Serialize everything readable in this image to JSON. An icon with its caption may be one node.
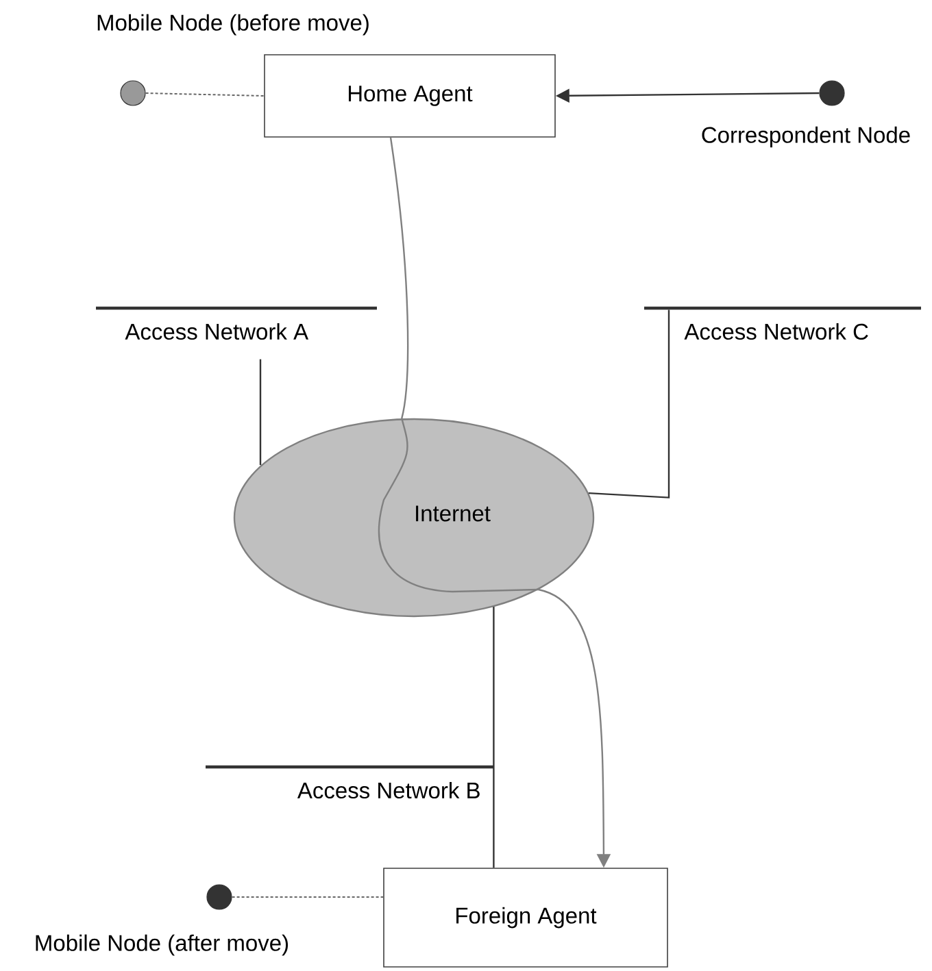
{
  "diagram": {
    "nodes": [
      {
        "text": [
          "Home Agent"
        ]
      },
      {
        "text": [
          "Mobile Node (before move)"
        ]
      },
      {
        "text": [
          "Correspondent Node"
        ]
      },
      {
        "text": [
          "Internet"
        ]
      },
      {
        "text": [
          "Access Network A"
        ]
      },
      {
        "text": [
          "Access Network C"
        ]
      },
      {
        "text": [
          "Access Network B"
        ]
      },
      {
        "text": [
          "Foreign Agent"
        ]
      },
      {
        "text": [
          "Mobile Node (after move)"
        ]
      }
    ],
    "edges": [
      {
        "from": 1,
        "to": 0,
        "arrow": "none",
        "style": "dashed"
      },
      {
        "from": 2,
        "to": 0,
        "arrow": "to"
      },
      {
        "from": 0,
        "to": 3,
        "arrow": "none",
        "color": "#808080"
      },
      {
        "from": 3,
        "to": 7,
        "arrow": "to",
        "color": "#808080"
      },
      {
        "from": 4,
        "to": 3,
        "arrow": "none"
      },
      {
        "from": 5,
        "to": 3,
        "arrow": "none"
      },
      {
        "from": 3,
        "to": 6,
        "arrow": "none"
      },
      {
        "from": 6,
        "to": 7,
        "arrow": "none"
      },
      {
        "from": 8,
        "to": 7,
        "arrow": "none",
        "style": "dashed"
      }
    ]
  }
}
